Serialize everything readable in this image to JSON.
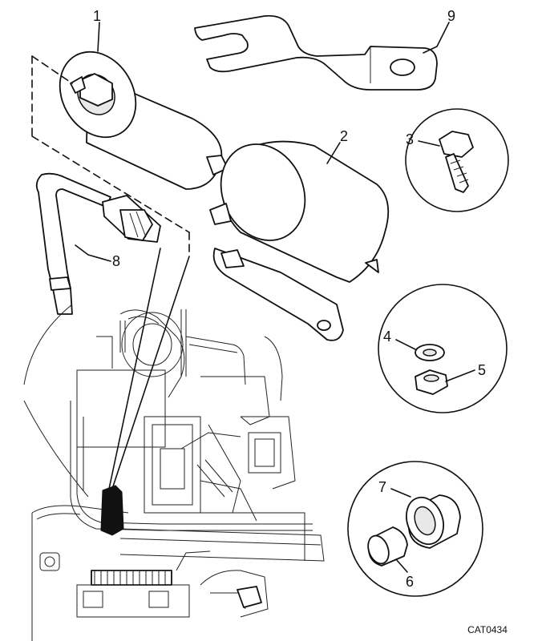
{
  "callouts": {
    "c1": "1",
    "c2": "2",
    "c3": "3",
    "c4": "4",
    "c5": "5",
    "c6": "6",
    "c7": "7",
    "c8": "8",
    "c9": "9"
  },
  "catalog_ref": "CAT0434",
  "colors": {
    "line": "#111111",
    "background": "#ffffff",
    "shade": "#e8e8e8"
  }
}
